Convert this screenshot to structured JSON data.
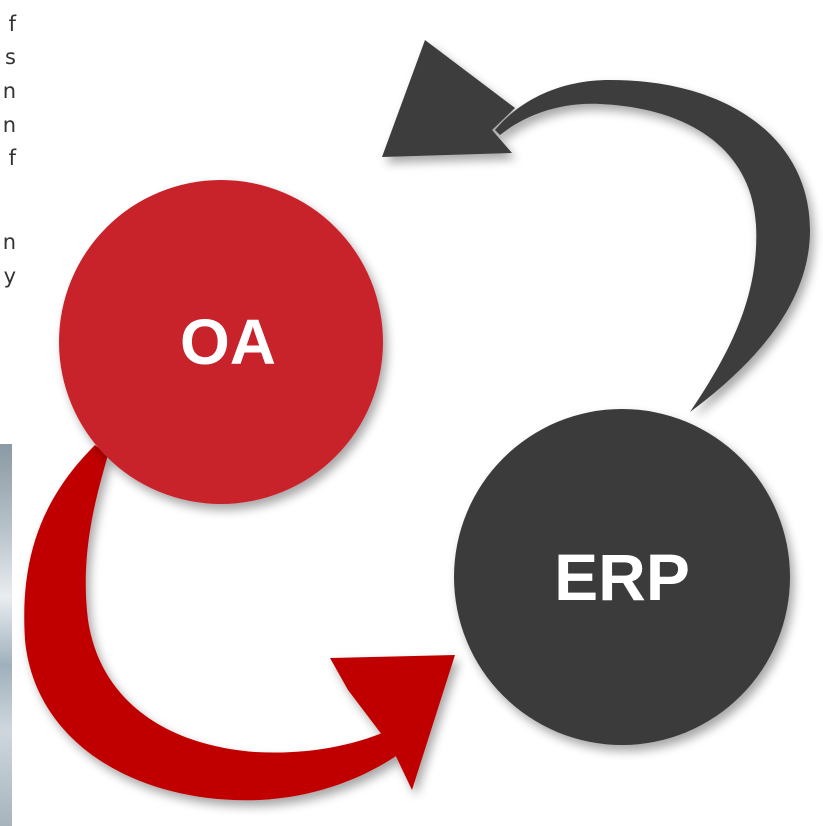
{
  "text_fragment": {
    "chars": [
      "f",
      "s",
      "n",
      "n",
      "f",
      "",
      "n",
      "y"
    ]
  },
  "diagram": {
    "nodes": [
      {
        "id": "oa",
        "label": "OA",
        "color": "#c8202a"
      },
      {
        "id": "erp",
        "label": "ERP",
        "color": "#3a3a3a"
      }
    ],
    "arrows": [
      {
        "from": "erp",
        "to": "oa",
        "color": "#3c3c3c"
      },
      {
        "from": "oa",
        "to": "erp",
        "color": "#c00000"
      }
    ]
  }
}
